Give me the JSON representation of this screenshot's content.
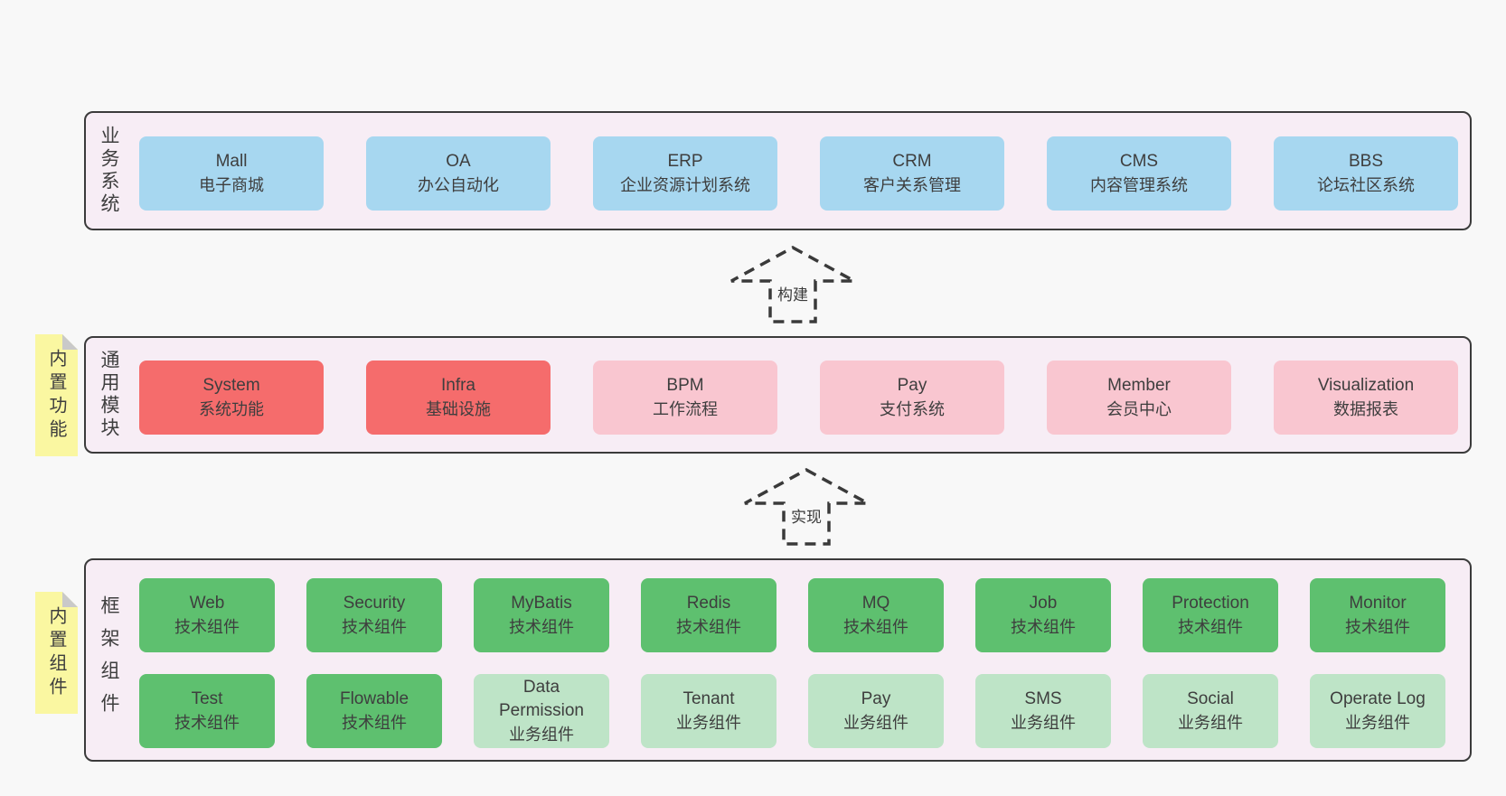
{
  "colors": {
    "page_bg": "#f8f8f8",
    "layer_fill": "#f7edf5",
    "layer_border": "#3b3b3b",
    "business_box": "#a7d7f0",
    "core_box": "#f56c6c",
    "module_box": "#f9c6d0",
    "tech_box": "#5ec06f",
    "biz_box": "#bee4c7",
    "sticky": "#faf7a1",
    "sticky_fold": "#c9c9c9",
    "text": "#3e3e3e"
  },
  "arrows": [
    {
      "label": "构建"
    },
    {
      "label": "实现"
    }
  ],
  "layers": [
    {
      "label": "业务系统",
      "boxes": [
        {
          "title": "Mall",
          "subtitle": "电子商城"
        },
        {
          "title": "OA",
          "subtitle": "办公自动化"
        },
        {
          "title": "ERP",
          "subtitle": "企业资源计划系统"
        },
        {
          "title": "CRM",
          "subtitle": "客户关系管理"
        },
        {
          "title": "CMS",
          "subtitle": "内容管理系统"
        },
        {
          "title": "BBS",
          "subtitle": "论坛社区系统"
        }
      ]
    },
    {
      "label": "通用模块",
      "sticky": "内置功能",
      "boxes": [
        {
          "title": "System",
          "subtitle": "系统功能"
        },
        {
          "title": "Infra",
          "subtitle": "基础设施"
        },
        {
          "title": "BPM",
          "subtitle": "工作流程"
        },
        {
          "title": "Pay",
          "subtitle": "支付系统"
        },
        {
          "title": "Member",
          "subtitle": "会员中心"
        },
        {
          "title": "Visualization",
          "subtitle": "数据报表"
        }
      ]
    },
    {
      "label": "框架组件",
      "sticky": "内置组件",
      "rows": [
        [
          {
            "title": "Web",
            "subtitle": "技术组件"
          },
          {
            "title": "Security",
            "subtitle": "技术组件"
          },
          {
            "title": "MyBatis",
            "subtitle": "技术组件"
          },
          {
            "title": "Redis",
            "subtitle": "技术组件"
          },
          {
            "title": "MQ",
            "subtitle": "技术组件"
          },
          {
            "title": "Job",
            "subtitle": "技术组件"
          },
          {
            "title": "Protection",
            "subtitle": "技术组件"
          },
          {
            "title": "Monitor",
            "subtitle": "技术组件"
          }
        ],
        [
          {
            "title": "Test",
            "subtitle": "技术组件"
          },
          {
            "title": "Flowable",
            "subtitle": "技术组件"
          },
          {
            "title": "Data Permission",
            "subtitle": "业务组件"
          },
          {
            "title": "Tenant",
            "subtitle": "业务组件"
          },
          {
            "title": "Pay",
            "subtitle": "业务组件"
          },
          {
            "title": "SMS",
            "subtitle": "业务组件"
          },
          {
            "title": "Social",
            "subtitle": "业务组件"
          },
          {
            "title": "Operate Log",
            "subtitle": "业务组件"
          }
        ]
      ]
    }
  ]
}
